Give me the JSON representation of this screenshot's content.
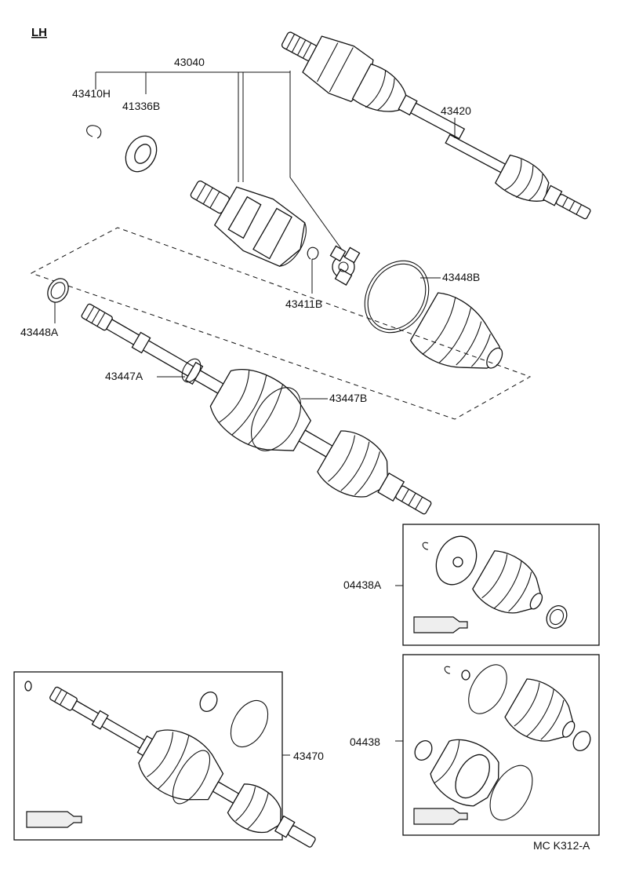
{
  "diagram": {
    "corner_label": "LH",
    "reference_code": "MC K312-A",
    "part_numbers": {
      "assembly_inboard_joint": "43040",
      "snap_ring": "43410H",
      "dust_deflector": "41336B",
      "intermediate_shaft": "43420",
      "tripod_snap_ring": "43411B",
      "boot_clamp_large": "43448B",
      "boot_clamp_small": "43448A",
      "boot_clamp_outboard_a": "43447A",
      "boot_clamp_outboard_b": "43447B",
      "drive_shaft_assembly": "43470",
      "boot_kit_a": "04438A",
      "boot_kit": "04438"
    }
  }
}
